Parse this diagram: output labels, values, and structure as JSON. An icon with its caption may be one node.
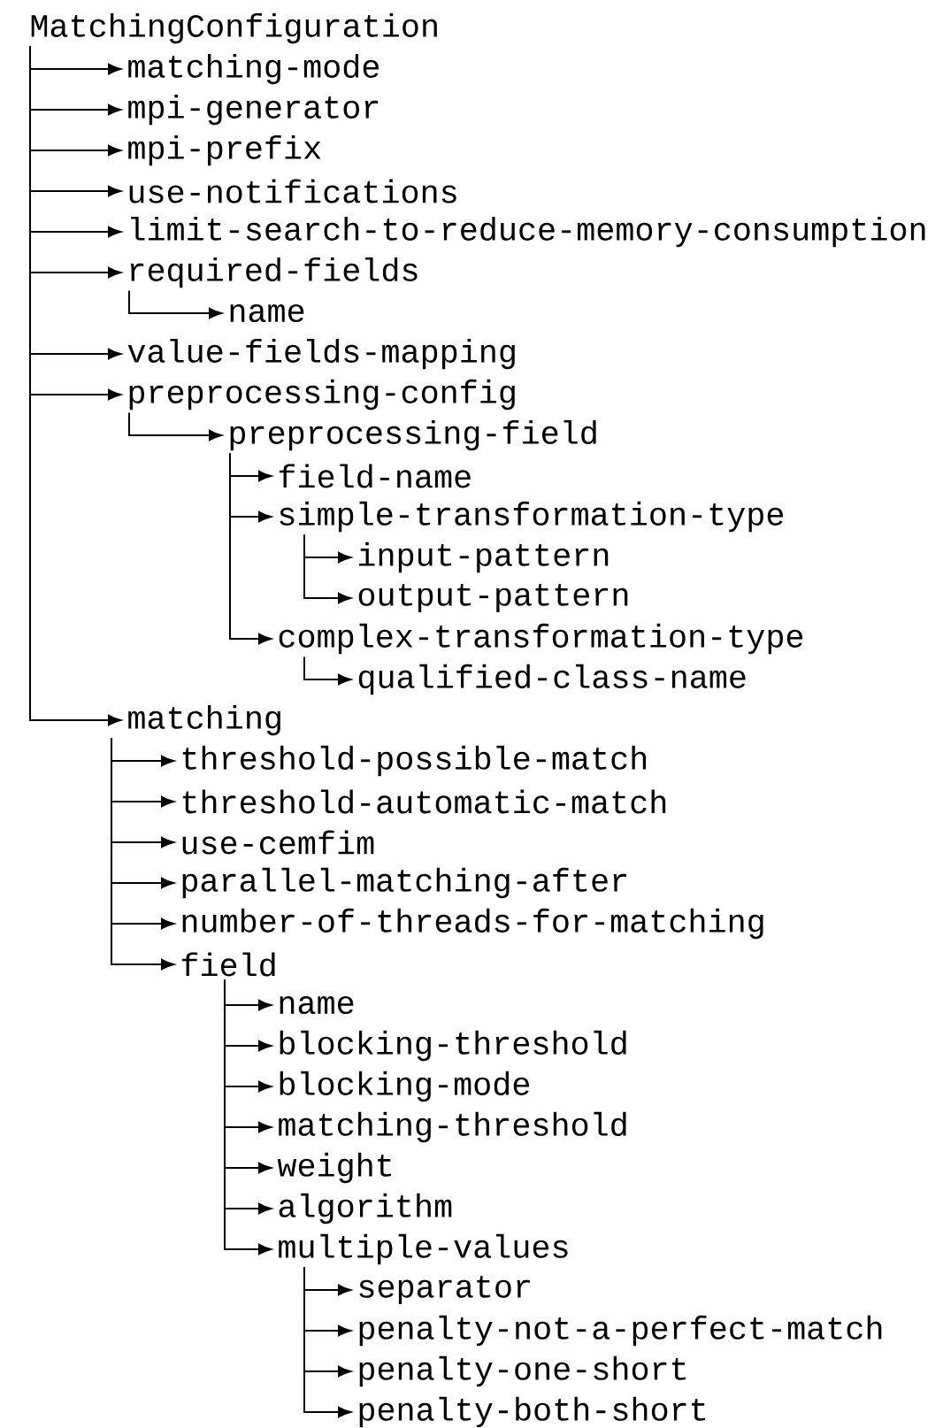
{
  "diagram": {
    "nodes": [
      {
        "text": [
          "MatchingConfiguration"
        ]
      },
      {
        "text": [
          "matching-mode"
        ]
      },
      {
        "text": [
          "mpi-generator"
        ]
      },
      {
        "text": [
          "mpi-prefix"
        ]
      },
      {
        "text": [
          "use-notifications"
        ]
      },
      {
        "text": [
          "limit-search-to-reduce-memory-consumption"
        ]
      },
      {
        "text": [
          "required-fields"
        ]
      },
      {
        "text": [
          "name"
        ]
      },
      {
        "text": [
          "value-fields-mapping"
        ]
      },
      {
        "text": [
          "preprocessing-config"
        ]
      },
      {
        "text": [
          "preprocessing-field"
        ]
      },
      {
        "text": [
          "field-name"
        ]
      },
      {
        "text": [
          "simple-transformation-type"
        ]
      },
      {
        "text": [
          "input-pattern"
        ]
      },
      {
        "text": [
          "output-pattern"
        ]
      },
      {
        "text": [
          "complex-transformation-type"
        ]
      },
      {
        "text": [
          "qualified-class-name"
        ]
      },
      {
        "text": [
          "matching"
        ]
      },
      {
        "text": [
          "threshold-possible-match"
        ]
      },
      {
        "text": [
          "threshold-automatic-match"
        ]
      },
      {
        "text": [
          "use-cemfim"
        ]
      },
      {
        "text": [
          "parallel-matching-after"
        ]
      },
      {
        "text": [
          "number-of-threads-for-matching"
        ]
      },
      {
        "text": [
          "field"
        ]
      },
      {
        "text": [
          "name"
        ]
      },
      {
        "text": [
          "blocking-threshold"
        ]
      },
      {
        "text": [
          "blocking-mode"
        ]
      },
      {
        "text": [
          "matching-threshold"
        ]
      },
      {
        "text": [
          "weight"
        ]
      },
      {
        "text": [
          "algorithm"
        ]
      },
      {
        "text": [
          "multiple-values"
        ]
      },
      {
        "text": [
          "separator"
        ]
      },
      {
        "text": [
          "penalty-not-a-perfect-match"
        ]
      },
      {
        "text": [
          "penalty-one-short"
        ]
      },
      {
        "text": [
          "penalty-both-short"
        ]
      }
    ],
    "edges": [
      {
        "from": 0,
        "to": 1,
        "arrow": "to"
      },
      {
        "from": 0,
        "to": 2,
        "arrow": "to"
      },
      {
        "from": 0,
        "to": 3,
        "arrow": "to"
      },
      {
        "from": 0,
        "to": 4,
        "arrow": "to"
      },
      {
        "from": 0,
        "to": 5,
        "arrow": "to"
      },
      {
        "from": 0,
        "to": 6,
        "arrow": "to"
      },
      {
        "from": 6,
        "to": 7,
        "arrow": "to"
      },
      {
        "from": 0,
        "to": 8,
        "arrow": "to"
      },
      {
        "from": 0,
        "to": 9,
        "arrow": "to"
      },
      {
        "from": 9,
        "to": 10,
        "arrow": "to"
      },
      {
        "from": 10,
        "to": 11,
        "arrow": "to"
      },
      {
        "from": 10,
        "to": 12,
        "arrow": "to"
      },
      {
        "from": 12,
        "to": 13,
        "arrow": "to"
      },
      {
        "from": 12,
        "to": 14,
        "arrow": "to"
      },
      {
        "from": 10,
        "to": 15,
        "arrow": "to"
      },
      {
        "from": 15,
        "to": 16,
        "arrow": "to"
      },
      {
        "from": 0,
        "to": 17,
        "arrow": "to"
      },
      {
        "from": 17,
        "to": 18,
        "arrow": "to"
      },
      {
        "from": 17,
        "to": 19,
        "arrow": "to"
      },
      {
        "from": 17,
        "to": 20,
        "arrow": "to"
      },
      {
        "from": 17,
        "to": 21,
        "arrow": "to"
      },
      {
        "from": 17,
        "to": 22,
        "arrow": "to"
      },
      {
        "from": 17,
        "to": 23,
        "arrow": "to"
      },
      {
        "from": 23,
        "to": 24,
        "arrow": "to"
      },
      {
        "from": 23,
        "to": 25,
        "arrow": "to"
      },
      {
        "from": 23,
        "to": 26,
        "arrow": "to"
      },
      {
        "from": 23,
        "to": 27,
        "arrow": "to"
      },
      {
        "from": 23,
        "to": 28,
        "arrow": "to"
      },
      {
        "from": 23,
        "to": 29,
        "arrow": "to"
      },
      {
        "from": 23,
        "to": 30,
        "arrow": "to"
      },
      {
        "from": 30,
        "to": 31,
        "arrow": "to"
      },
      {
        "from": 30,
        "to": 32,
        "arrow": "to"
      },
      {
        "from": 30,
        "to": 33,
        "arrow": "to"
      },
      {
        "from": 30,
        "to": 34,
        "arrow": "to"
      }
    ]
  }
}
